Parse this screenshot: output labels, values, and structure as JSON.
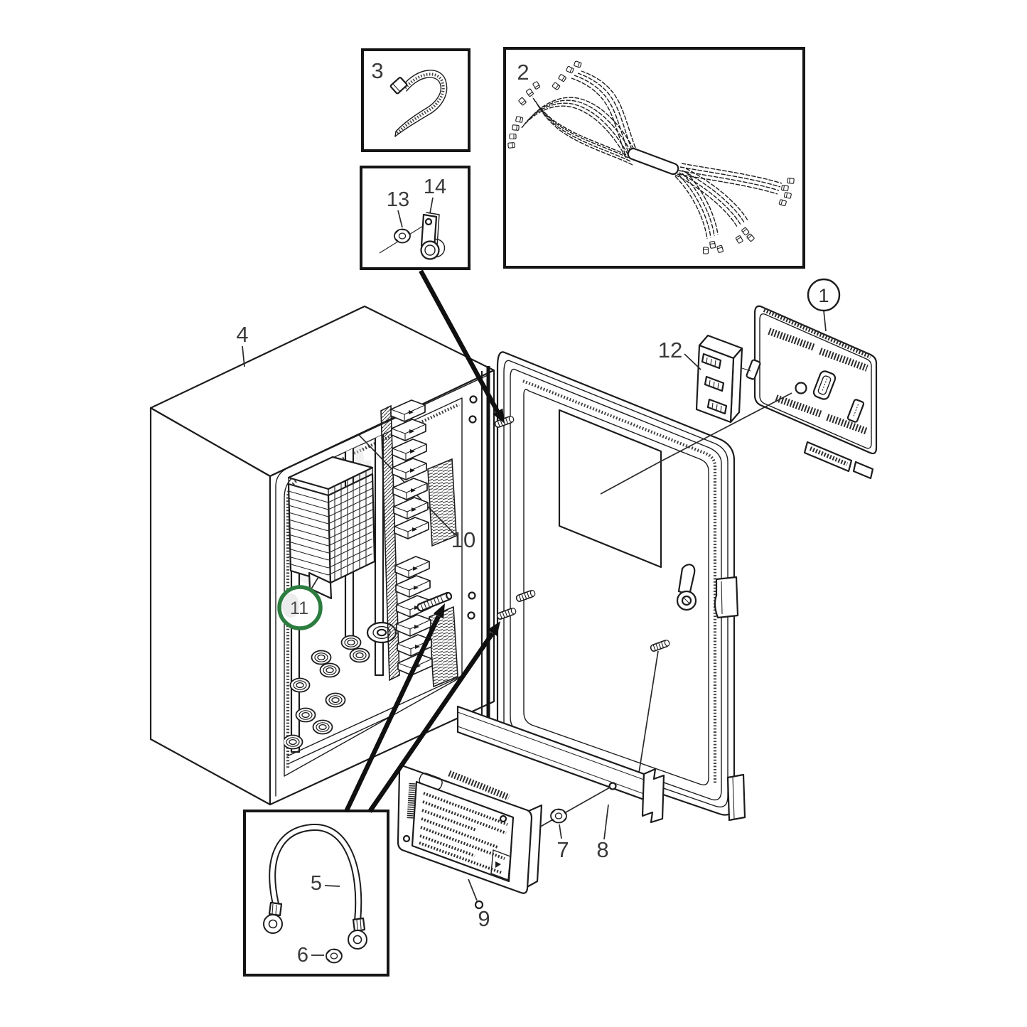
{
  "diagram": {
    "type": "exploded-parts-diagram",
    "subject": "electrical control cabinet assembly",
    "background": "#ffffff",
    "line_color": "#1c1c1c",
    "label_color": "#3a3a3a",
    "highlight_color": "#2b7c3e",
    "callouts": [
      {
        "id": "1",
        "style": "circled"
      },
      {
        "id": "2",
        "style": "plain"
      },
      {
        "id": "3",
        "style": "plain"
      },
      {
        "id": "4",
        "style": "plain"
      },
      {
        "id": "5",
        "style": "plain"
      },
      {
        "id": "6",
        "style": "plain"
      },
      {
        "id": "7",
        "style": "plain"
      },
      {
        "id": "8",
        "style": "plain"
      },
      {
        "id": "9",
        "style": "plain"
      },
      {
        "id": "10",
        "style": "plain"
      },
      {
        "id": "11",
        "style": "circled-highlight"
      },
      {
        "id": "12",
        "style": "plain"
      },
      {
        "id": "13",
        "style": "plain"
      },
      {
        "id": "14",
        "style": "plain"
      }
    ]
  }
}
